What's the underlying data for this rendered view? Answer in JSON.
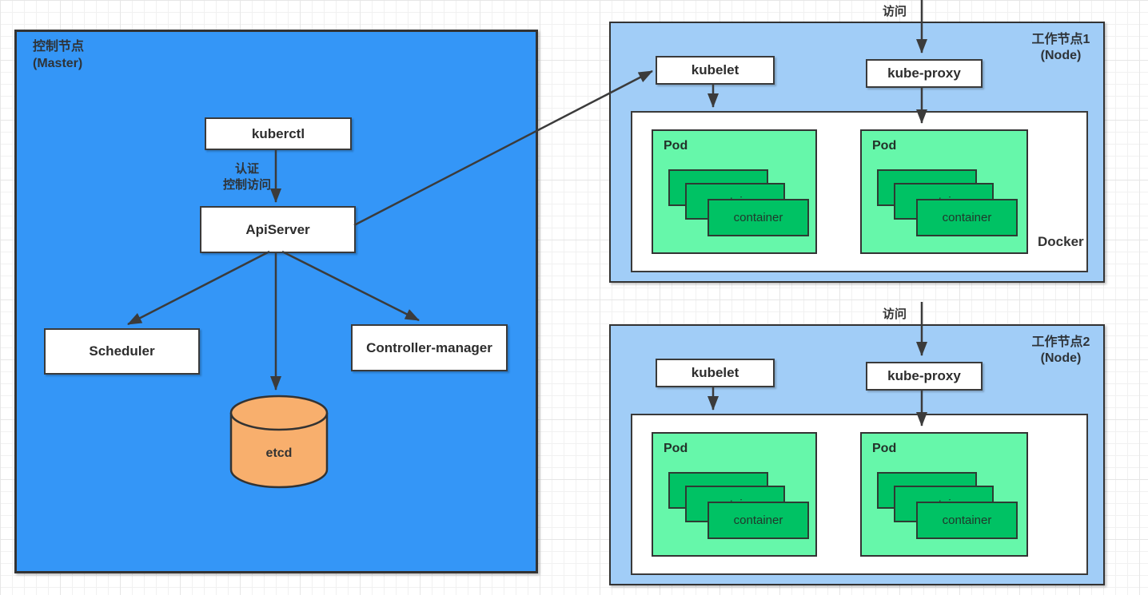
{
  "colors": {
    "master_fill": "#3496F7",
    "node_fill": "#A1CDF7",
    "pod_fill": "#66F7AA",
    "container_fill": "#00C264",
    "etcd_fill": "#F8AF6D",
    "box_fill": "#FFFFFF",
    "line_color": "#3B3B3B",
    "border_color": "#333333",
    "grid_minor": "#F1F1F1",
    "grid_major": "#E6E6E6"
  },
  "master": {
    "title_line1": "控制节点",
    "title_line2": "(Master)",
    "kuberctl_label": "kuberctl",
    "auth_label_line1": "认证",
    "auth_label_line2": "控制访问",
    "apiserver_label": "ApiServer",
    "scheduler_label": "Scheduler",
    "controller_manager_label": "Controller-manager",
    "etcd_label": "etcd"
  },
  "node1": {
    "title_line1": "工作节点1",
    "title_line2": "(Node)",
    "access_label": "访问",
    "kubelet_label": "kubelet",
    "kube_proxy_label": "kube-proxy",
    "docker_label": "Docker",
    "pods": [
      {
        "label": "Pod",
        "container_label": "container"
      },
      {
        "label": "Pod",
        "container_label": "container"
      }
    ]
  },
  "node2": {
    "title_line1": "工作节点2",
    "title_line2": "(Node)",
    "access_label": "访问",
    "kubelet_label": "kubelet",
    "kube_proxy_label": "kube-proxy",
    "pods": [
      {
        "label": "Pod",
        "container_label": "container"
      },
      {
        "label": "Pod",
        "container_label": "container"
      }
    ]
  }
}
